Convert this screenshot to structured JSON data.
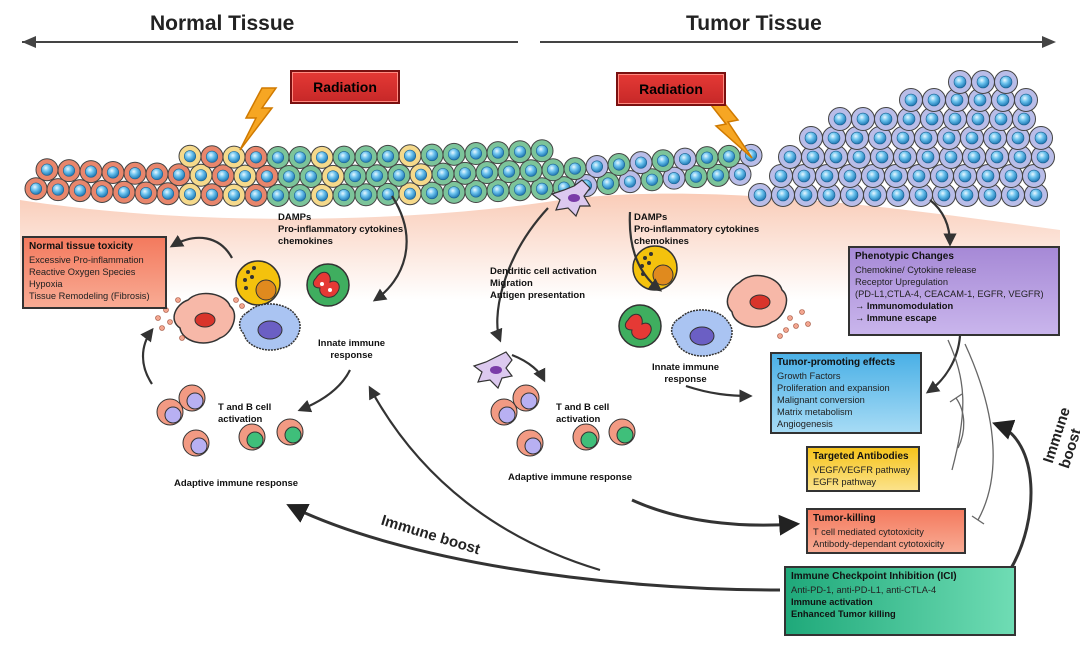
{
  "headers": {
    "normal": "Normal Tissue",
    "tumor": "Tumor Tissue"
  },
  "radiation": {
    "left": "Radiation",
    "right": "Radiation"
  },
  "labels": {
    "damps_left": [
      "DAMPs",
      "Pro-inflammatory cytokines",
      "chemokines"
    ],
    "damps_right": [
      "DAMPs",
      "Pro-inflammatory cytokines",
      "chemokines"
    ],
    "dendritic": [
      "Dendritic cell activation",
      "Migration",
      "Antigen presentation"
    ],
    "innate_left": [
      "Innate immune",
      "response"
    ],
    "innate_right": [
      "Innate immune",
      "response"
    ],
    "tb_left": [
      "T and B cell",
      "activation"
    ],
    "tb_right": [
      "T and B cell",
      "activation"
    ],
    "adaptive_left": "Adaptive immune response",
    "adaptive_right": "Adaptive immune response",
    "boost_left": "Immune boost",
    "boost_right": "Immune boost"
  },
  "boxes": {
    "toxicity": {
      "title": "Normal tissue toxicity",
      "items": [
        "Excessive Pro-inflammation",
        "Reactive Oxygen Species",
        "Hypoxia",
        "Tissue Remodeling (Fibrosis)"
      ],
      "fill": "#f26b4f"
    },
    "phenotypic": {
      "title": "Phenotypic Changes",
      "items": [
        "Chemokine/ Cytokine release",
        "Receptor Upregulation",
        "(PD-L1,CTLA-4, CEACAM-1, EGFR, VEGFR)"
      ],
      "bold_items": [
        "→ Immunomodulation",
        "→ Immune escape"
      ],
      "fill": "#a78bd0"
    },
    "promoting": {
      "title": "Tumor-promoting effects",
      "items": [
        "Growth Factors",
        "Proliferation and expansion",
        "Malignant conversion",
        "Matrix metabolism",
        "Angiogenesis"
      ],
      "fill": "#4fb3e8"
    },
    "antibodies": {
      "title": "Targeted Antibodies",
      "items": [
        "VEGF/VEGFR pathway",
        "EGFR pathway"
      ],
      "fill": "#f5c518"
    },
    "killing": {
      "title": "Tumor-killing",
      "items": [
        "T cell mediated cytotoxicity",
        "Antibody-dependant cytotoxicity"
      ],
      "fill": "#f26b4f"
    },
    "ici": {
      "title": "Immune Checkpoint Inhibition (ICI)",
      "items": [
        "Anti-PD-1, anti-PD-L1, anti-CTLA-4"
      ],
      "bold_items": [
        "Immune activation",
        "Enhanced Tumor killing"
      ],
      "fill": "#2bbd8e"
    }
  },
  "colors": {
    "normal_cell": "#e8866c",
    "yellow_cell": "#f5d98b",
    "green_cell": "#7cc49a",
    "tumor_cell": "#b9bde8",
    "nucleus": "#3aa3d8",
    "tissue": "#fde3d6"
  }
}
